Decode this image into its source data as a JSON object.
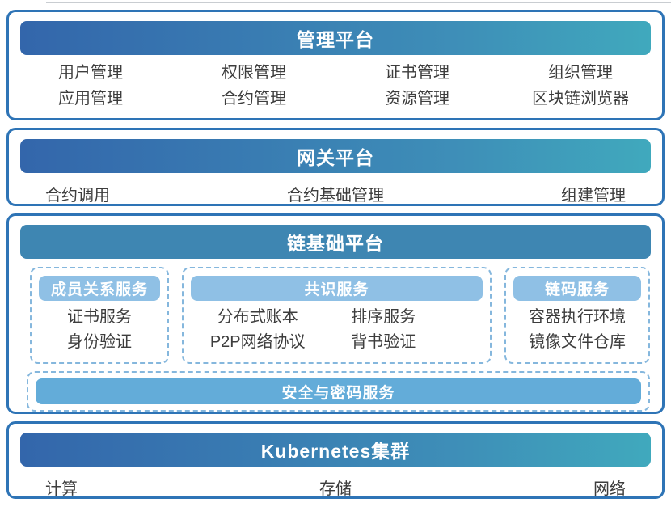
{
  "diagram": {
    "management": {
      "title": "管理平台",
      "items": [
        "用户管理",
        "权限管理",
        "证书管理",
        "组织管理",
        "应用管理",
        "合约管理",
        "资源管理",
        "区块链浏览器"
      ]
    },
    "gateway": {
      "title": "网关平台",
      "items": [
        "合约调用",
        "合约基础管理",
        "组建管理"
      ]
    },
    "chain_base": {
      "title": "链基础平台",
      "member_service": {
        "title": "成员关系服务",
        "items": [
          "证书服务",
          "身份验证"
        ]
      },
      "consensus_service": {
        "title": "共识服务",
        "col1": [
          "分布式账本",
          "P2P网络协议"
        ],
        "col2": [
          "排序服务",
          "背书验证"
        ]
      },
      "chaincode_service": {
        "title": "链码服务",
        "items": [
          "容器执行环境",
          "镜像文件仓库"
        ]
      },
      "security_service": {
        "title": "安全与密码服务"
      }
    },
    "kubernetes": {
      "title": "Kubernetes集群",
      "items": [
        "计算",
        "存储",
        "网络"
      ]
    }
  },
  "colors": {
    "panel_border": "#2e74b6",
    "header_gradient_start": "#3366ab",
    "header_gradient_end": "#40a9bd",
    "solid_header_bg": "#3e86b2",
    "sub_service_chip_bg": "#8fc0e5",
    "security_bar_bg": "#63acd9",
    "dashed_border": "#85b7dd",
    "item_text": "#3d3d3d",
    "header_text": "#ffffff"
  }
}
